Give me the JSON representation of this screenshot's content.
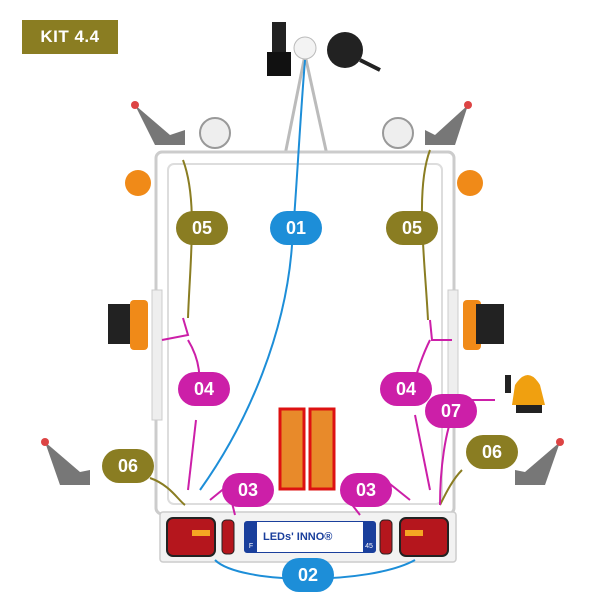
{
  "kit_label": "KIT 4.4",
  "labels": {
    "l01": "01",
    "l02": "02",
    "l03_left": "03",
    "l03_right": "03",
    "l04_left": "04",
    "l04_right": "04",
    "l05_left": "05",
    "l05_right": "05",
    "l06_left": "06",
    "l06_right": "06",
    "l07": "07"
  },
  "plate": {
    "text": "LEDs' INNO®",
    "country": "F",
    "dept": "45"
  },
  "colors": {
    "olive": "#8a7d22",
    "blue": "#1d8ed8",
    "magenta": "#cc1fa8"
  }
}
